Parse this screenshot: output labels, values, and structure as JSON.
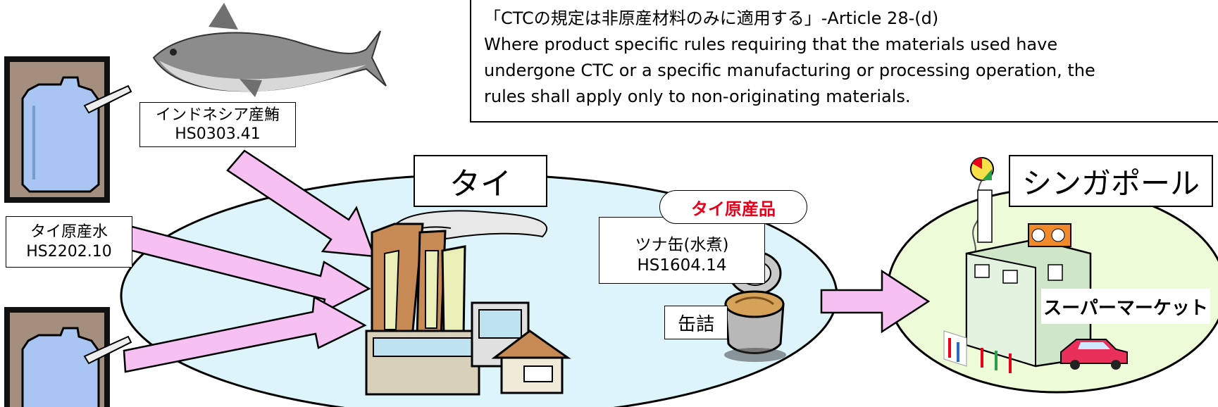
{
  "rule": {
    "title": "「CTCの規定は非原産材料のみに適用する」-Article 28-(d)",
    "line1": "Where product specific rules requiring that the materials used have",
    "line2": "undergone CTC or a specific manufacturing or processing operation, the",
    "line3": "rules shall apply only to non-originating materials."
  },
  "inputs": {
    "tuna": {
      "name": "インドネシア産鮪",
      "hs": "HS0303.41"
    },
    "water": {
      "name": "タイ原産水",
      "hs": "HS2202.10"
    }
  },
  "thailand": {
    "label": "タイ"
  },
  "product": {
    "badge": "タイ原産品",
    "name": "ツナ缶(水煮)",
    "hs": "HS1604.14",
    "category": "缶詰"
  },
  "singapore": {
    "label": "シンガポール",
    "store": "スーパーマーケット"
  },
  "colors": {
    "region_fill": "#ddf4fb",
    "singapore_fill": "#eefbd9",
    "arrow_fill": "#f7c0f2"
  },
  "icons": [
    "water-canister-icon",
    "tuna-fish-icon",
    "factory-icon",
    "tuna-can-icon",
    "supermarket-icon",
    "balloon-icon",
    "car-icon"
  ]
}
